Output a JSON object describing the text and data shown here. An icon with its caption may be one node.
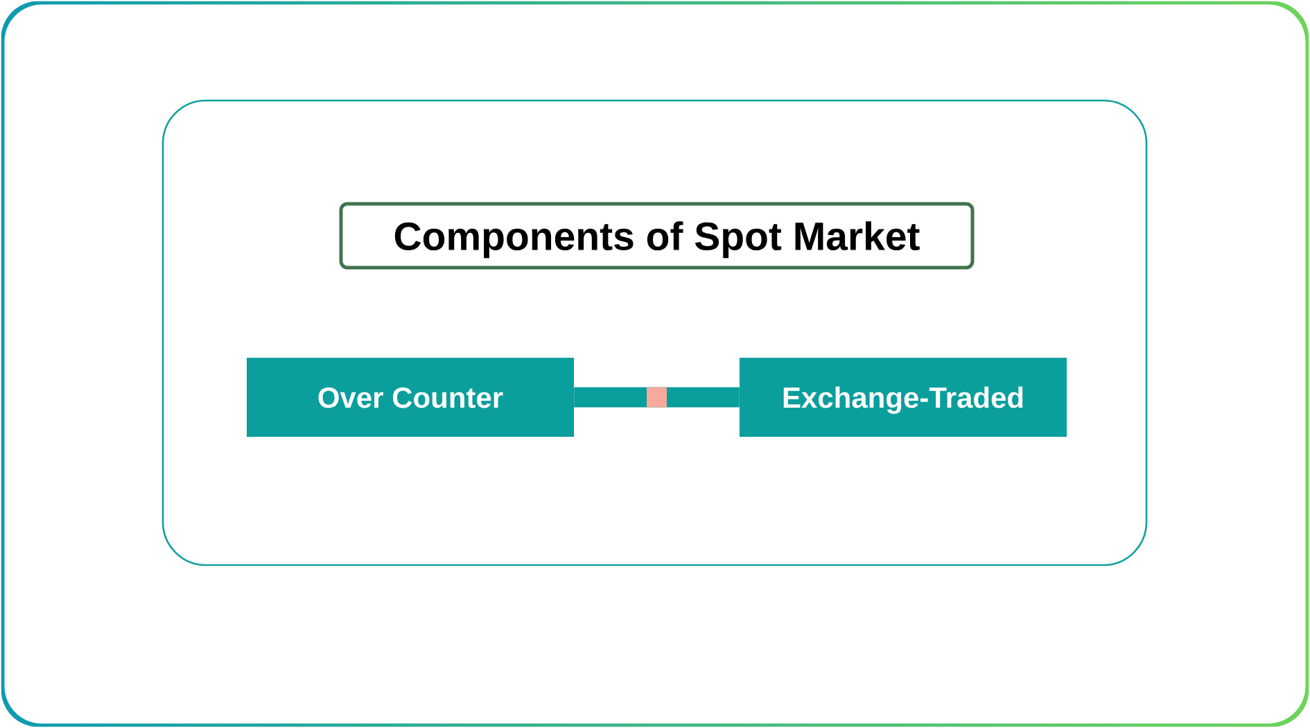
{
  "diagram": {
    "nodes": [
      {
        "text": [],
        "shape": "box"
      },
      {
        "text": [
          "Components of Spot Market"
        ],
        "in": 0
      },
      {
        "text": [
          "Over Counter"
        ],
        "in": 0
      },
      {
        "text": [
          "Exchange-Traded"
        ],
        "in": 0
      }
    ],
    "edges": [
      {
        "from": 2,
        "to": 3,
        "arrow": "none"
      }
    ]
  }
}
